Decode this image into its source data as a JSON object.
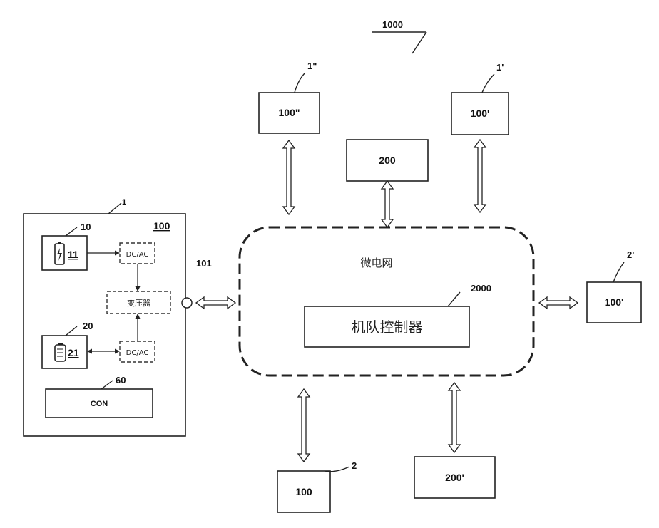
{
  "figure_ref": "1000",
  "central": {
    "microgrid_label": "微电网",
    "controller_label": "机队控制器",
    "controller_ref": "2000"
  },
  "device_1": {
    "ref": "1",
    "box": "100",
    "port": "101",
    "battery1_ref": "10",
    "battery1_id": "11",
    "battery2_ref": "20",
    "battery2_id": "21",
    "con_ref": "60",
    "con_label": "CON",
    "inverter1": "DC/AC",
    "inverter2": "DC/AC",
    "transformer": "变压器"
  },
  "peers": {
    "top_left": {
      "ref": "1\"",
      "box": "100\""
    },
    "top_center": {
      "box": "200"
    },
    "top_right": {
      "ref": "1'",
      "box": "100'"
    },
    "right": {
      "ref": "2'",
      "box": "100'"
    },
    "bottom_left": {
      "ref": "2",
      "box": "100"
    },
    "bottom_right": {
      "box": "200'"
    }
  }
}
